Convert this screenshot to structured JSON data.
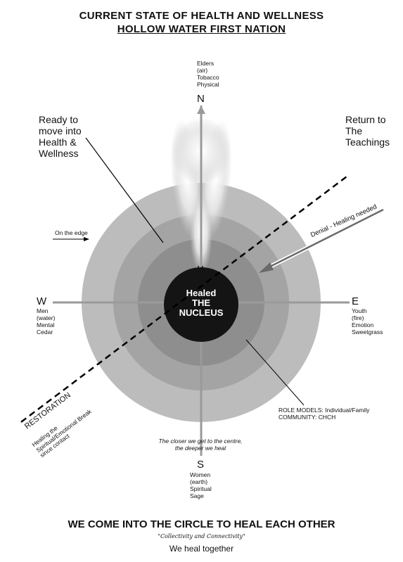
{
  "title_line1": "CURRENT STATE OF HEALTH AND WELLNESS",
  "title_line2": "HOLLOW WATER FIRST NATION",
  "north": {
    "letter": "N",
    "lines": [
      "Elders",
      "(air)",
      "Tobacco",
      "Physical"
    ]
  },
  "south": {
    "letter": "S",
    "lines": [
      "Women",
      "(earth)",
      "Spiritual",
      "Sage"
    ]
  },
  "east": {
    "letter": "E",
    "lines": [
      "Youth",
      "(fire)",
      "Emotion",
      "Sweetgrass"
    ]
  },
  "west": {
    "letter": "W",
    "lines": [
      "Men",
      "(water)",
      "Mental",
      "Cedar"
    ]
  },
  "ready_label": [
    "Ready to",
    "move into",
    "Health &",
    "Wellness"
  ],
  "return_label": [
    "Return to",
    "The",
    "Teachings"
  ],
  "on_edge_label": "On the edge",
  "denial_label": "Denial - Healing needed",
  "restoration_label": "RESTORATION",
  "healing_break_lines": [
    "Healing the",
    "Spiritual/Emotional Break",
    "since contact"
  ],
  "center_healed": "Healed",
  "center_the": "THE",
  "center_nucleus": "NUCLEUS",
  "role_models_line1": "ROLE MODELS: Individual/Family",
  "role_models_line2": "COMMUNITY: CHCH",
  "closer_line1": "The closer we get to the centre,",
  "closer_line2": "the deeper we heal",
  "footer_main": "WE COME INTO THE CIRCLE TO HEAL EACH OTHER",
  "footer_quote": "\"Collectivity and Connectivity\"",
  "footer_sub": "We heal together",
  "colors": {
    "ring1": "#bcbcbc",
    "ring2": "#a4a4a4",
    "ring3": "#8e8e8e",
    "nucleus": "#141414"
  }
}
